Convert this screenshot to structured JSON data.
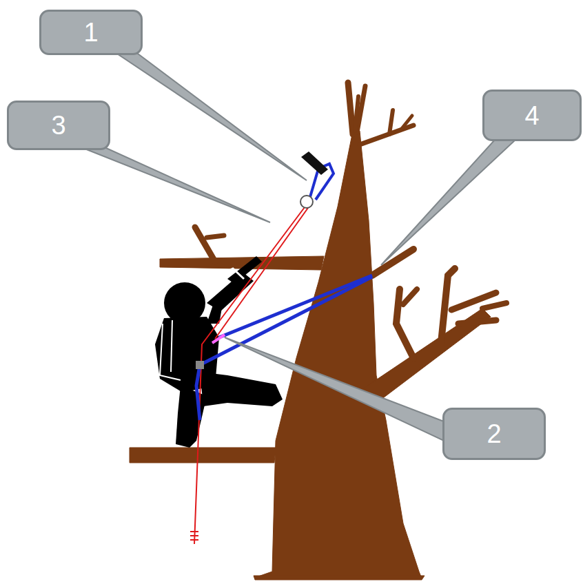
{
  "diagram": {
    "nodes": [
      {
        "text": [
          "1"
        ]
      },
      {
        "text": [
          "3"
        ]
      },
      {
        "text": [
          "4"
        ]
      },
      {
        "text": [
          "2"
        ]
      }
    ]
  }
}
